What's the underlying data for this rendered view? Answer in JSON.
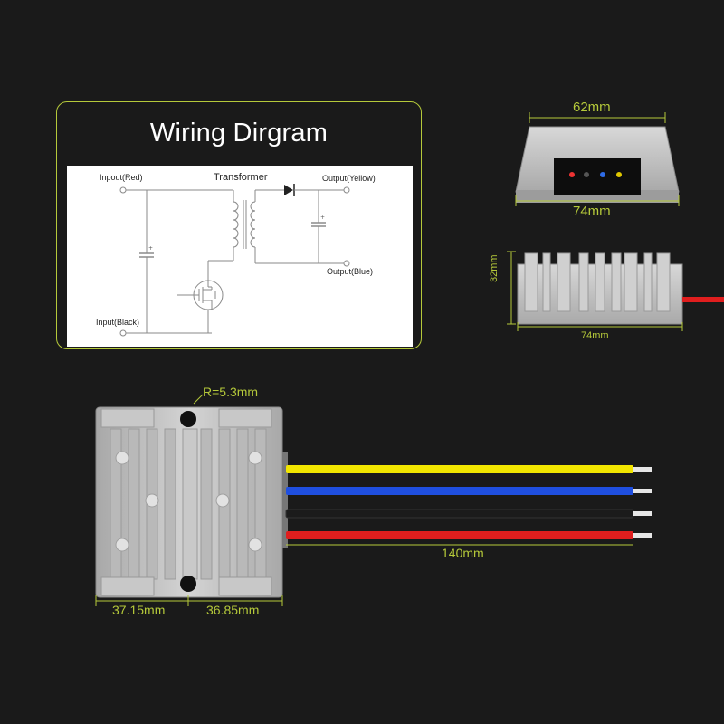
{
  "wiring": {
    "title": "Wiring Dirgram",
    "labels": {
      "input_red": "Inpout(Red)",
      "transformer": "Transformer",
      "output_yellow": "Output(Yellow)",
      "output_blue": "Output(Blue)",
      "input_black": "Input(Black)"
    }
  },
  "dimensions": {
    "front_width_top": "62mm",
    "front_width_bottom": "74mm",
    "side_height": "32mm",
    "side_length": "74mm",
    "hole_radius": "R=5.3mm",
    "wire_length": "140mm",
    "left_offset": "37.15mm",
    "right_offset": "36.85mm"
  },
  "colors": {
    "accent": "#b5c93a",
    "wire_yellow": "#f2e600",
    "wire_blue": "#1f4fe0",
    "wire_black": "#1b1b1b",
    "wire_red": "#e01e1e",
    "housing": "#c4c4c4"
  }
}
